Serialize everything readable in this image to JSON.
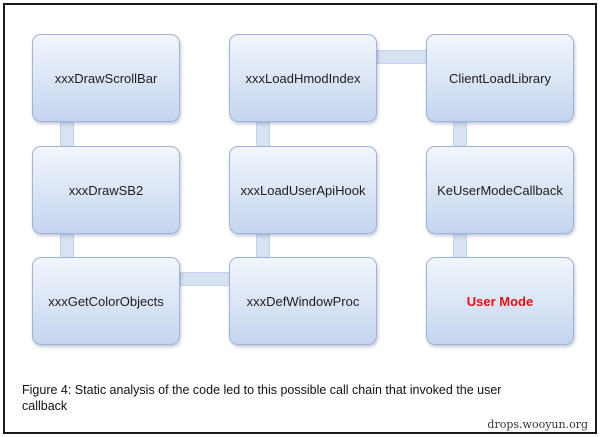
{
  "nodes": [
    {
      "label": "xxxDrawScrollBar"
    },
    {
      "label": "xxxLoadHmodIndex"
    },
    {
      "label": "ClientLoadLibrary"
    },
    {
      "label": "xxxDrawSB2"
    },
    {
      "label": "xxxLoadUserApiHook"
    },
    {
      "label": "KeUserModeCallback"
    },
    {
      "label": "xxxGetColorObjects"
    },
    {
      "label": "xxxDefWindowProc"
    },
    {
      "label": "User Mode"
    }
  ],
  "colors": {
    "highlight_text": "#e01010",
    "box_fill": "#c4d5ef"
  },
  "caption": "Figure 4: Static analysis of the code led to this possible call chain that invoked the user callback",
  "watermark": "drops.wooyun.org"
}
